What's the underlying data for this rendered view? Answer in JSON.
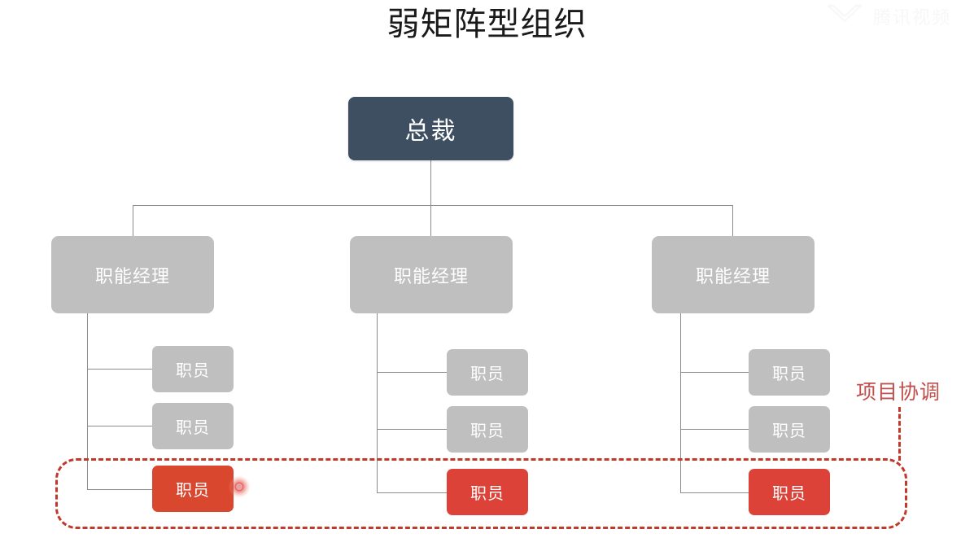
{
  "page": {
    "title": "弱矩阵型组织",
    "background_color": "#ffffff"
  },
  "watermark": {
    "text": "腾讯视频",
    "icon": "tencent-video-logo"
  },
  "colors": {
    "executive_box": "#3d4f61",
    "manager_box": "#bfbfbf",
    "staff_box": "#bfbfbf",
    "staff_box_highlight": "#d9472f",
    "connector_line": "#8c8c8c",
    "coordination_accent": "#c0392b",
    "coordination_label": "#c0504d",
    "cursor_marker": "#d62828"
  },
  "org": {
    "executive": {
      "label": "总裁"
    },
    "columns": [
      {
        "manager": {
          "label": "职能经理"
        },
        "staff": [
          {
            "label": "职员",
            "highlight": false
          },
          {
            "label": "职员",
            "highlight": false
          },
          {
            "label": "职员",
            "highlight": true
          }
        ]
      },
      {
        "manager": {
          "label": "职能经理"
        },
        "staff": [
          {
            "label": "职员",
            "highlight": false
          },
          {
            "label": "职员",
            "highlight": false
          },
          {
            "label": "职员",
            "highlight": true
          }
        ]
      },
      {
        "manager": {
          "label": "职能经理"
        },
        "staff": [
          {
            "label": "职员",
            "highlight": false
          },
          {
            "label": "职员",
            "highlight": false
          },
          {
            "label": "职员",
            "highlight": true
          }
        ]
      }
    ]
  },
  "coordination": {
    "label": "项目协调"
  }
}
